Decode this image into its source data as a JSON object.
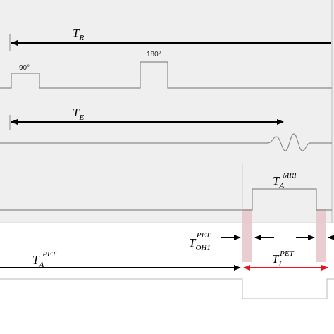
{
  "labels": {
    "tr": {
      "main": "T",
      "sub": "R"
    },
    "te": {
      "main": "T",
      "sub": "E"
    },
    "pulse90": "90°",
    "pulse180": "180°",
    "ta_mri": {
      "main": "T",
      "sub": "A",
      "sup": "MRI"
    },
    "toh": {
      "main": "T",
      "sub": "OH1",
      "sup": "PET"
    },
    "ta_pet": {
      "main": "T",
      "sub": "A",
      "sup": "PET"
    },
    "ti_pet": {
      "main": "T",
      "sub": "I",
      "sup": "PET"
    }
  },
  "colors": {
    "background_top": "#efeff0",
    "line": "#8a8a8a",
    "arrow": "#000000",
    "highlight_arrow": "#e8141c",
    "band": "#e6c4c8"
  }
}
